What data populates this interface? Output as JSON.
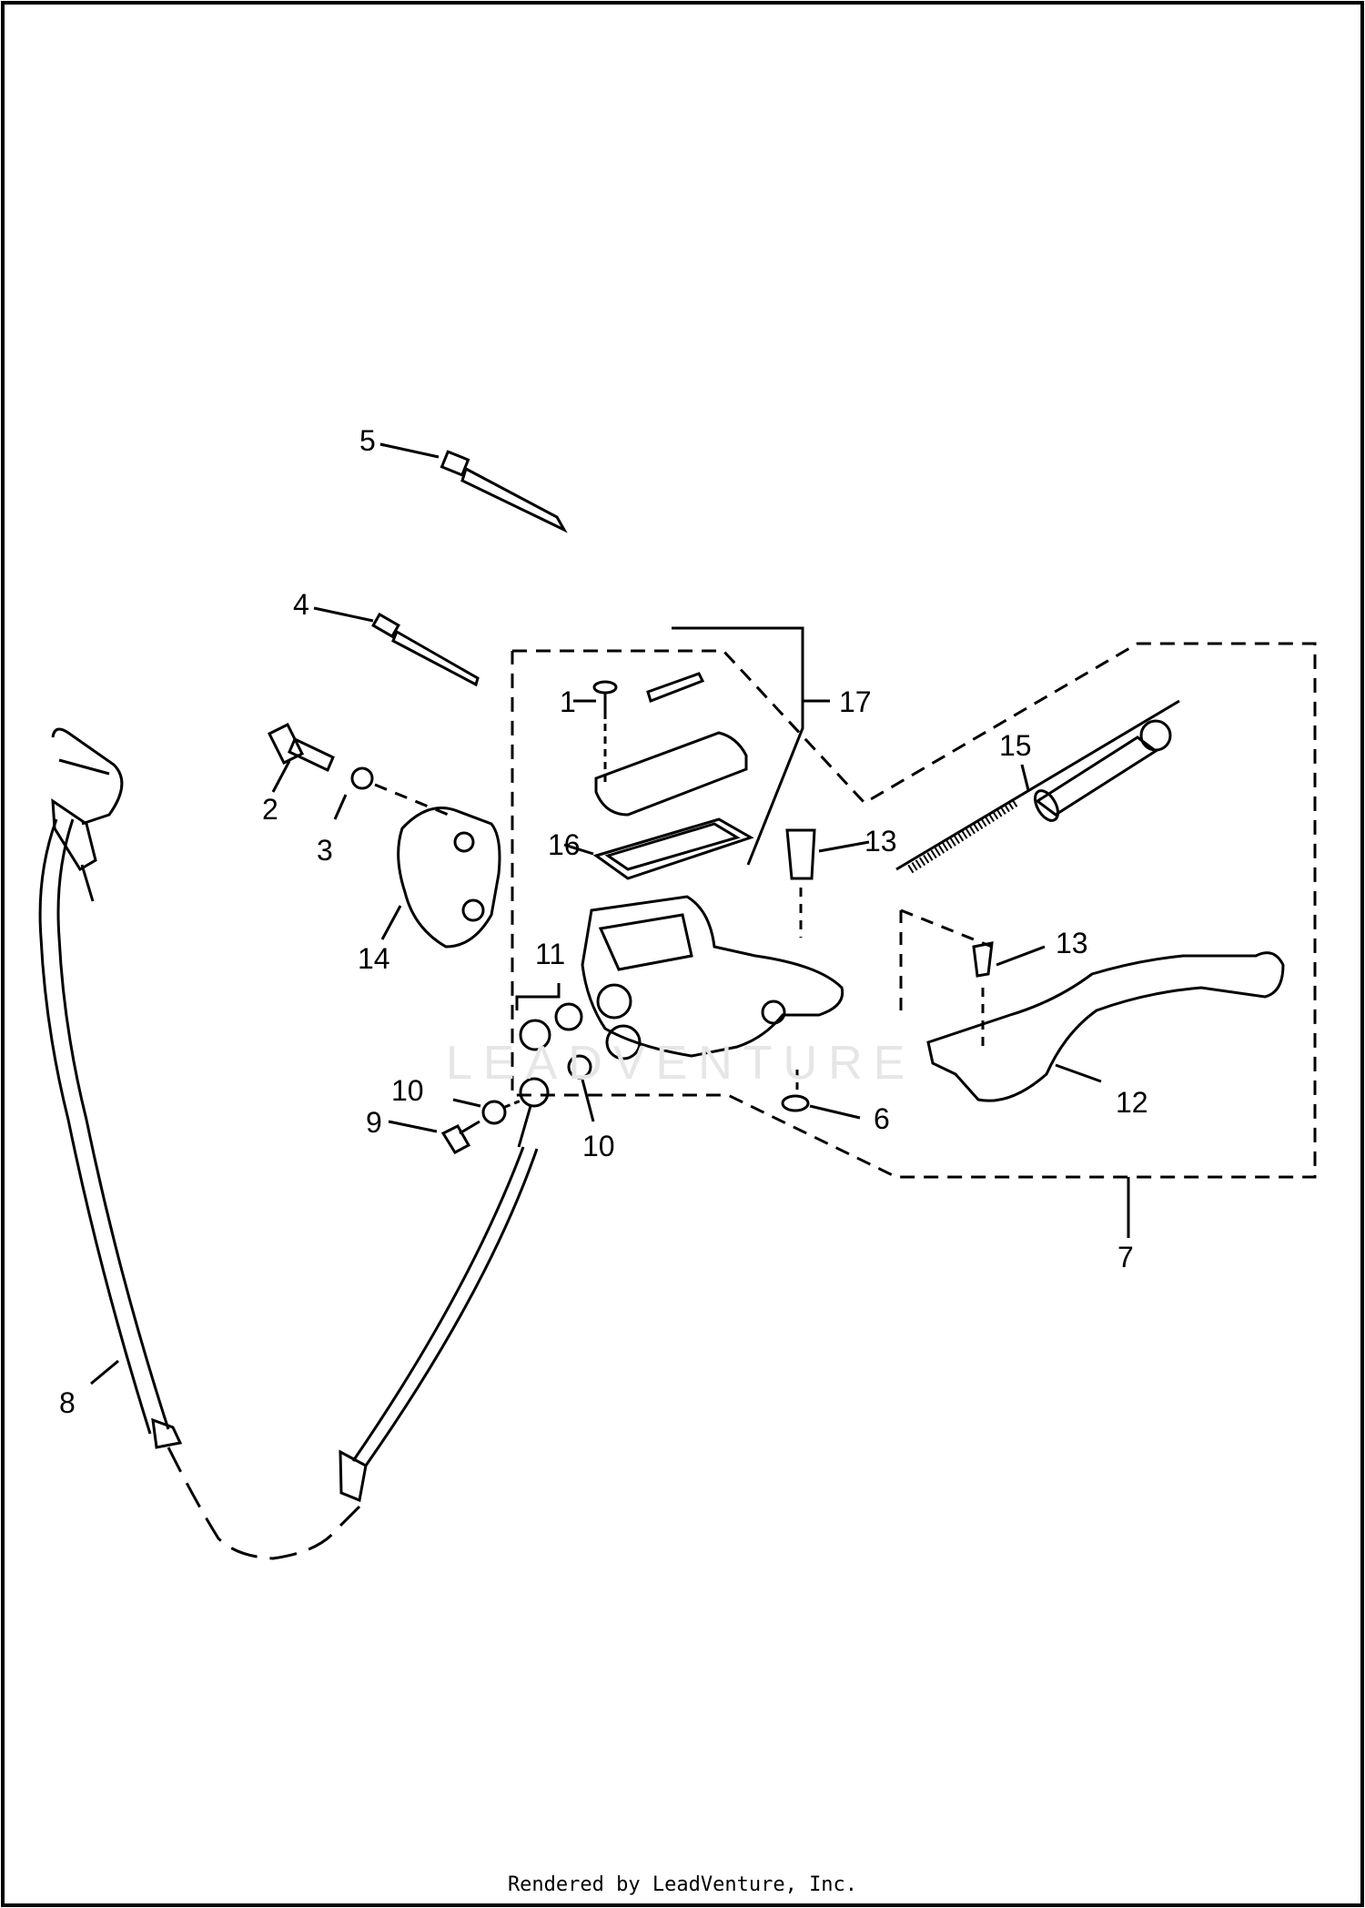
{
  "diagram": {
    "callouts": [
      "1",
      "2",
      "3",
      "4",
      "5",
      "6",
      "7",
      "8",
      "9",
      "10",
      "10",
      "11",
      "12",
      "13",
      "13",
      "14",
      "15",
      "16",
      "17"
    ],
    "watermark": "LEADVENTURE",
    "footer": "Rendered by LeadVenture, Inc."
  }
}
